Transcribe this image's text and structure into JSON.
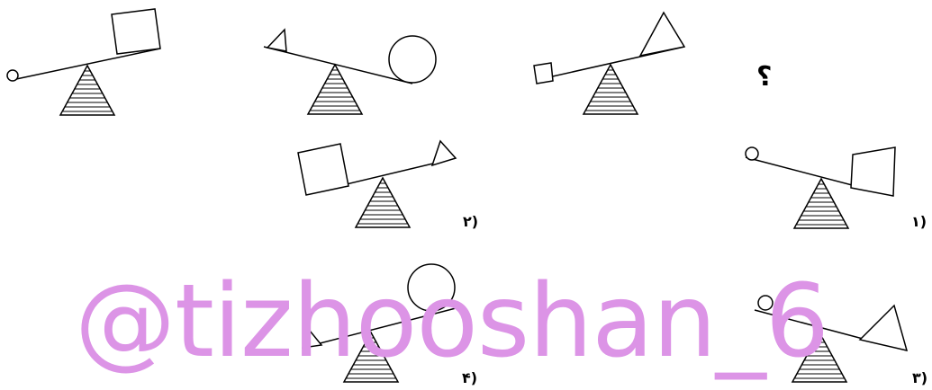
{
  "question_mark": "؟",
  "options": {
    "one": "(۱",
    "two": "(۲",
    "three": "(۳",
    "four": "(۴"
  },
  "watermark": "@tizhooshan_6"
}
